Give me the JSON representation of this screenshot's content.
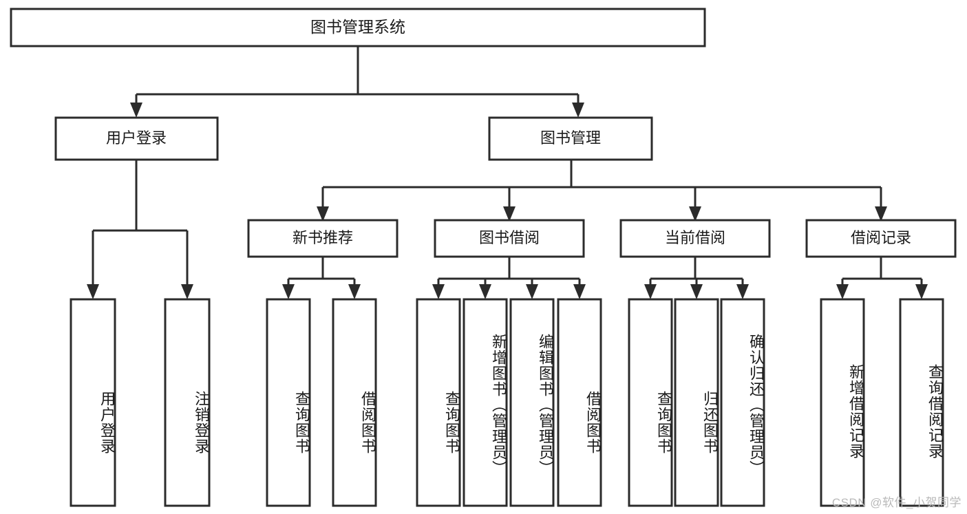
{
  "diagram": {
    "title": "图书管理系统",
    "watermark": "CSDN @软件_小贺同学",
    "type": "tree-hierarchy-diagram",
    "accent_color": "#2b2b2b",
    "background_color": "#ffffff",
    "root": {
      "id": "root",
      "label": "图书管理系统"
    },
    "level2": [
      {
        "id": "user-login",
        "label": "用户登录"
      },
      {
        "id": "book-management",
        "label": "图书管理"
      }
    ],
    "level3": [
      {
        "id": "new-book-recommend",
        "label": "新书推荐",
        "parent": "book-management"
      },
      {
        "id": "book-borrow",
        "label": "图书借阅",
        "parent": "book-management"
      },
      {
        "id": "current-borrow",
        "label": "当前借阅",
        "parent": "book-management"
      },
      {
        "id": "borrow-record",
        "label": "借阅记录",
        "parent": "book-management"
      }
    ],
    "leaves": [
      {
        "id": "leaf-user-login",
        "label": "用户登录",
        "parent": "user-login"
      },
      {
        "id": "leaf-logout-login",
        "label": "注销登录",
        "parent": "user-login"
      },
      {
        "id": "leaf-query-book-1",
        "label": "查询图书",
        "parent": "new-book-recommend"
      },
      {
        "id": "leaf-borrow-book-1",
        "label": "借阅图书",
        "parent": "new-book-recommend"
      },
      {
        "id": "leaf-query-book-2",
        "label": "查询图书",
        "parent": "book-borrow"
      },
      {
        "id": "leaf-add-book",
        "label": "新增图书（管理员）",
        "parent": "book-borrow"
      },
      {
        "id": "leaf-edit-book",
        "label": "编辑图书（管理员）",
        "parent": "book-borrow"
      },
      {
        "id": "leaf-borrow-book-2",
        "label": "借阅图书",
        "parent": "book-borrow"
      },
      {
        "id": "leaf-query-book-3",
        "label": "查询图书",
        "parent": "current-borrow"
      },
      {
        "id": "leaf-return-book",
        "label": "归还图书",
        "parent": "current-borrow"
      },
      {
        "id": "leaf-confirm-return",
        "label": "确认归还（管理员）",
        "parent": "current-borrow"
      },
      {
        "id": "leaf-add-record",
        "label": "新增借阅记录",
        "parent": "borrow-record"
      },
      {
        "id": "leaf-query-record",
        "label": "查询借阅记录",
        "parent": "borrow-record"
      }
    ]
  }
}
